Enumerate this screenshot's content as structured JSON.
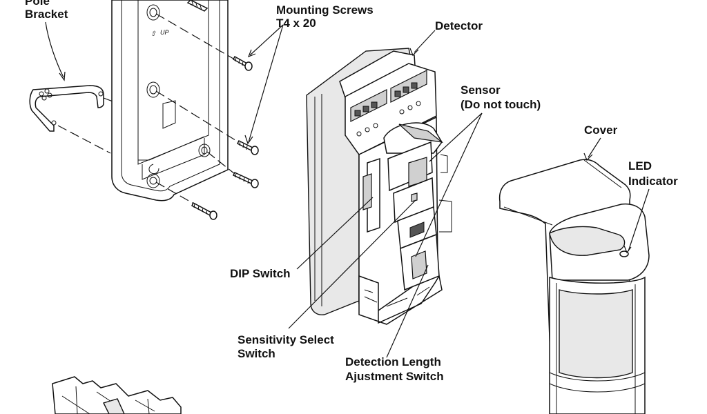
{
  "labels": {
    "pole_bracket_1": "Pole",
    "pole_bracket_2": "Bracket",
    "mounting_screws_1": "Mounting Screws",
    "mounting_screws_2": "T4 x 20",
    "detector": "Detector",
    "sensor_1": "Sensor",
    "sensor_2": "(Do not touch)",
    "cover": "Cover",
    "led_1": "LED",
    "led_2": "Indicator",
    "dip_switch": "DIP Switch",
    "sensitivity_1": "Sensitivity Select",
    "sensitivity_2": "Switch",
    "detection_1": "Detection Length",
    "detection_2": "Ajustment Switch",
    "up_mark": "UP"
  }
}
